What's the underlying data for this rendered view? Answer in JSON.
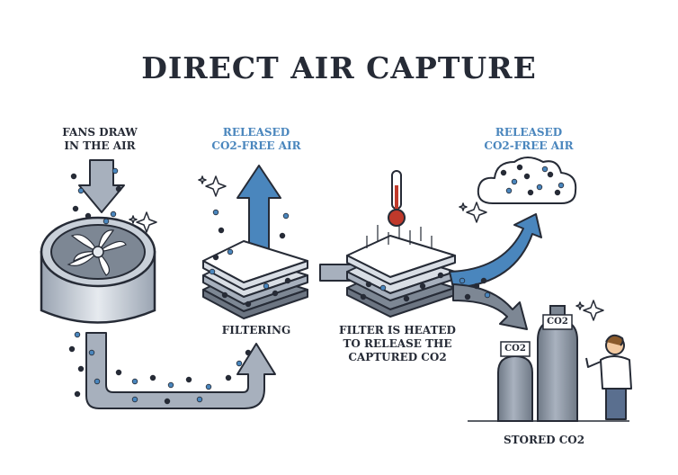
{
  "title": "DIRECT AIR CAPTURE",
  "labels": {
    "fans": [
      "FANS DRAW",
      "IN THE AIR"
    ],
    "released_1": [
      "RELEASED",
      "CO2-FREE AIR"
    ],
    "released_2": [
      "RELEASED",
      "CO2-FREE AIR"
    ],
    "filtering": "FILTERING",
    "heated": [
      "FILTER IS HEATED",
      "TO RELEASE THE",
      "CAPTURED CO2"
    ],
    "stored": "STORED CO2",
    "tank_small": "CO2",
    "tank_large": "CO2"
  },
  "colors": {
    "ink": "#262b36",
    "blue": "#4a86bd",
    "gray": "#a7b0bd",
    "dark_gray": "#7d8794",
    "light_gray": "#d9dee5"
  },
  "icons": [
    "thermometer-icon",
    "sparkle-icon",
    "cloud-icon",
    "person-icon"
  ]
}
